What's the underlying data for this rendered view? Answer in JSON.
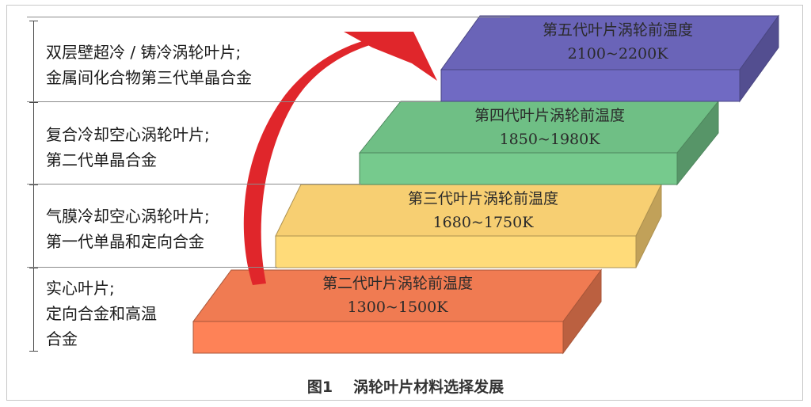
{
  "levels": [
    {
      "description": [
        "实心叶片;",
        "定向合金和高温",
        "合金"
      ],
      "step_title": "第二代叶片涡轮前温度",
      "temperature": "1300~1500K",
      "color": "#f07b52"
    },
    {
      "description": [
        "气膜冷却空心涡轮叶片;",
        "第一代单晶和定向合金"
      ],
      "step_title": "第三代叶片涡轮前温度",
      "temperature": "1680~1750K",
      "color": "#f7cf72"
    },
    {
      "description": [
        "复合冷却空心涡轮叶片;",
        "第二代单晶合金"
      ],
      "step_title": "第四代叶片涡轮前温度",
      "temperature": "1850~1980K",
      "color": "#6fbf85"
    },
    {
      "description": [
        "双层壁超冷 / 铸冷涡轮叶片;",
        "金属间化合物第三代单晶合金"
      ],
      "step_title": "第五代叶片涡轮前温度",
      "temperature": "2100~2200K",
      "color": "#6a64b8"
    }
  ],
  "arrow_color": "#e0262b",
  "caption": {
    "figure": "图1",
    "title": "涡轮叶片材料选择发展"
  }
}
